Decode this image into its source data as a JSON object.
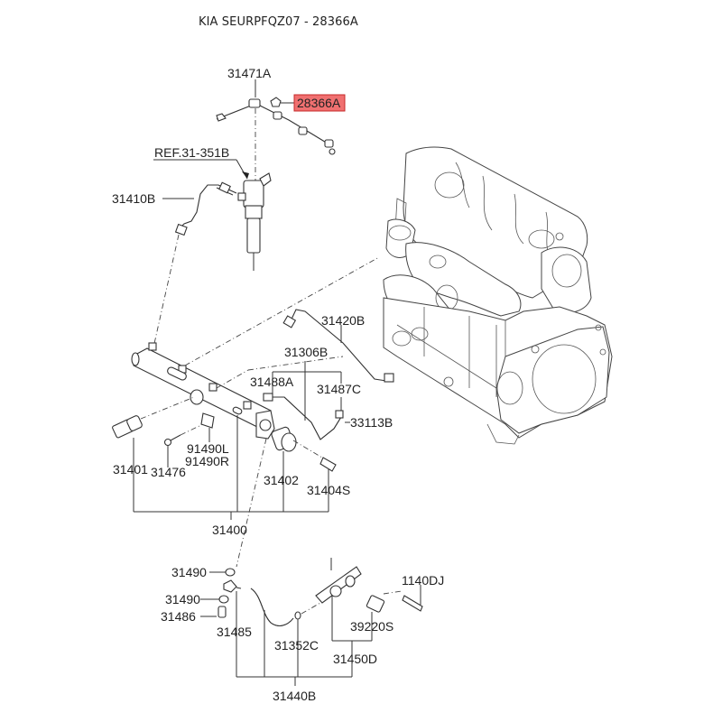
{
  "title": "KIA SEURPFQZ07 - 28366A",
  "highlight_color": "#f07070",
  "highlighted_part": "28366A",
  "labels": {
    "p31471A": "31471A",
    "p28366A": "28366A",
    "ref": "REF.31-351B",
    "p31410B": "31410B",
    "p31420B": "31420B",
    "p31306B": "31306B",
    "p31488A": "31488A",
    "p31487C": "31487C",
    "p33113B": "33113B",
    "p91490L": "91490L",
    "p91490R": "91490R",
    "p31401": "31401",
    "p31476": "31476",
    "p31402": "31402",
    "p31404S": "31404S",
    "p31400": "31400",
    "p31490a": "31490",
    "p31490b": "31490",
    "p31486": "31486",
    "p31485": "31485",
    "p1140DJ": "1140DJ",
    "p39220S": "39220S",
    "p31352C": "31352C",
    "p31450D": "31450D",
    "p31440B": "31440B"
  }
}
